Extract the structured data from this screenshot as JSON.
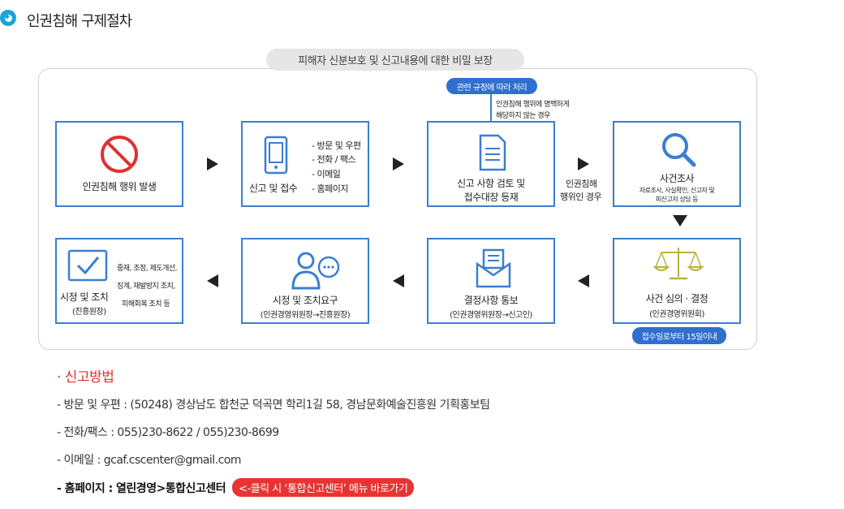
{
  "header": {
    "title": "인권침해 구제절차"
  },
  "process": {
    "top_pill": "피해자 신분보호 및 신고내용에 대한 비밀 보장",
    "regulation_pill": "관련 규정에 따라 처리",
    "regulation_note_line1": "인권침해 행위에 명백하게",
    "regulation_note_line2": "해당하지 않는 경우",
    "arrow_note_line1": "인권침해",
    "arrow_note_line2": "행위인 경우",
    "deadline_pill": "접수일로부터 15일이내",
    "steps": [
      {
        "label": "인권침해 행위 발생"
      },
      {
        "label": "신고 및 접수",
        "methods": [
          "- 방문 및 우편",
          "-  전화 / 팩스",
          "-    이메일",
          "-   홈페이지"
        ]
      },
      {
        "label_line1": "신고 사항 검토 및",
        "label_line2": "접수대장 등재"
      },
      {
        "label": "사건조사",
        "sub_line1": "자료조사, 사실확인, 신고자 및",
        "sub_line2": "피신고자 상담 등"
      },
      {
        "label": "사건 심의 · 결정",
        "sub": "(인권경영위원회)"
      },
      {
        "label": "결정사항 통보",
        "sub": "(인권경영위원장→신고인)"
      },
      {
        "label": "시정 및 조치요구",
        "sub": "(인권경영위원장→진흥원장)"
      },
      {
        "label": "시정 및 조치",
        "sub": "(진흥원장)",
        "notes": [
          "중재, 조정, 제도개선,",
          "징계, 재발방지 조치,",
          "피해회복 조치 등"
        ]
      }
    ]
  },
  "report_method": {
    "title": "· 신고방법",
    "lines": [
      "-  방문 및 우편 : (50248) 경상남도 합천군 덕곡면 학리1길 58, 경남문화예술진흥원 기획홍보팀",
      "- 전화/팩스 : 055)230-8622   /   055)230-8699",
      "- 이메일 : gcaf.cscenter@gmail.com"
    ],
    "homepage_line": "- 홈페이지 : 열린경영>통합신고센터",
    "homepage_link": "<-클릭 시 ‘통합신고센터’ 메뉴 바로가기"
  },
  "colors": {
    "accent": "#3a7fd0",
    "pill": "#2f6fcf",
    "red": "#e03030",
    "link_bg": "#e93333"
  }
}
